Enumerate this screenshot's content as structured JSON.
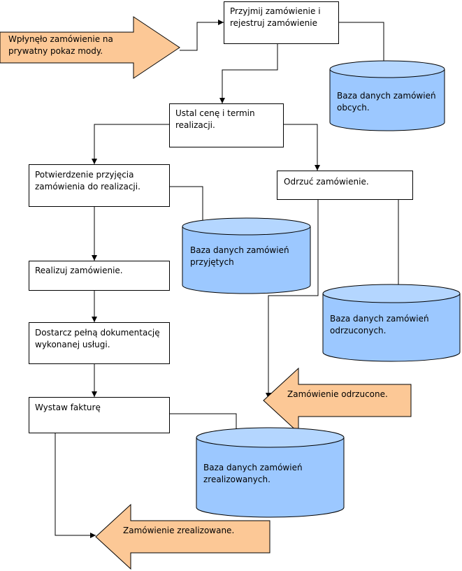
{
  "colors": {
    "arrow_fill": "#fcc896",
    "db_fill": "#9cc8ff",
    "db_top": "#b4d6ff",
    "stroke": "#000000",
    "box_fill": "#ffffff"
  },
  "shapes": {
    "in_arrow": [
      "Wpłynęło zamówienie na",
      "prywatny pokaz mody."
    ],
    "box_accept": [
      "Przyjmij zamówienie i",
      "rejestruj zamówienie"
    ],
    "db_foreign": [
      "Baza danych zamówień",
      "obcych."
    ],
    "box_price": [
      "Ustal cenę i termin",
      "realizacji."
    ],
    "box_confirm": [
      "Potwierdzenie przyjęcia",
      "zamówienia do realizacji."
    ],
    "box_reject": [
      "Odrzuć zamówienie."
    ],
    "db_accepted": [
      "Baza danych zamówień",
      "przyjętych"
    ],
    "box_realize": [
      "Realizuj zamówienie."
    ],
    "db_rejected": [
      "Baza danych zamówień",
      "odrzuconych."
    ],
    "box_docs": [
      "Dostarcz pełną dokumentację",
      "wykonanej usługi."
    ],
    "out_rejected": [
      "Zamówienie odrzucone."
    ],
    "box_invoice": [
      "Wystaw fakturę"
    ],
    "db_realized": [
      "Baza danych zamówień",
      "zrealizowanych."
    ],
    "out_realized": [
      "Zamówienie zrealizowane."
    ]
  }
}
